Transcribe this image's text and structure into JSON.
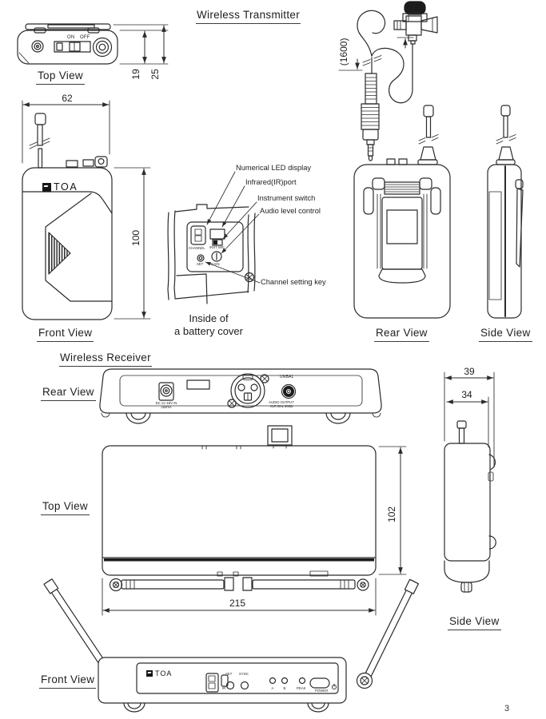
{
  "page": {
    "number": "3"
  },
  "transmitter": {
    "heading": "Wireless Transmitter",
    "top_view": {
      "label": "Top View",
      "switch_on": "ON",
      "switch_off": "OFF",
      "dim_body_height": "19",
      "dim_total_height": "25"
    },
    "front_view": {
      "label": "Front View",
      "dim_width": "62",
      "dim_height": "100",
      "logo_text": "TOA"
    },
    "microphone": {
      "dim_cable_length": "(1600)"
    },
    "battery_cover": {
      "caption_line1": "Inside of",
      "caption_line2": "a battery cover",
      "callouts": [
        "Numerical LED display",
        "Infrared(IR)port",
        "Instrument switch",
        "Audio level control",
        "Channel setting key"
      ],
      "channel_label": "CHANNEL",
      "inst_mic_label": "INST MIC",
      "set_label": "SET",
      "gain_label": "GAIN"
    },
    "rear_view": {
      "label": "Rear View"
    },
    "side_view": {
      "label": "Side View"
    }
  },
  "receiver": {
    "heading": "Wireless Receiver",
    "rear_view": {
      "label": "Rear View",
      "dc_text_line1": "DC 11~18V IN",
      "dc_text_line2": "250mA",
      "unbal_label": "UNBAL",
      "audio_output_line1": "AUDIO OUTPUT",
      "audio_output_line2": "XLR BAL 600Ω"
    },
    "top_view": {
      "label": "Top View",
      "dim_depth": "102",
      "dim_width": "215"
    },
    "side_view": {
      "label": "Side View",
      "dim_overall_depth": "39",
      "dim_body_depth": "34"
    },
    "front_view": {
      "label": "Front View",
      "logo_text": "TOA",
      "ir_label": "IR",
      "set_label": "SET",
      "sync_label": "SYNC",
      "channel_a_label": "A",
      "channel_b_label": "B",
      "peak_label": "PEAK",
      "power_label": "POWER"
    }
  }
}
